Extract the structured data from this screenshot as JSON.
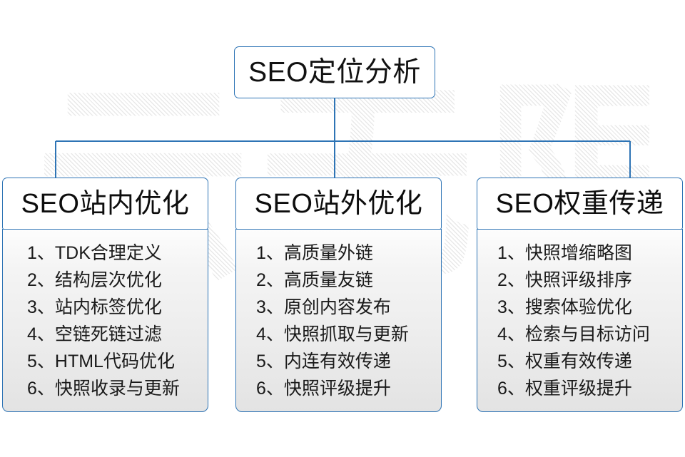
{
  "watermark": {
    "text": "云无限"
  },
  "root": {
    "title": "SEO定位分析"
  },
  "columns": [
    {
      "header": "SEO站内优化",
      "items": [
        "1、TDK合理定义",
        "2、结构层次优化",
        "3、站内标签优化",
        "4、空链死链过滤",
        "5、HTML代码优化",
        "6、快照收录与更新"
      ]
    },
    {
      "header": "SEO站外优化",
      "items": [
        "1、高质量外链",
        "2、高质量友链",
        "3、原创内容发布",
        "4、快照抓取与更新",
        "5、内连有效传递",
        "6、快照评级提升"
      ]
    },
    {
      "header": "SEO权重传递",
      "items": [
        "1、快照增缩略图",
        "2、快照评级排序",
        "3、搜索体验优化",
        "4、检索与目标访问",
        "5、权重有效传递",
        "6、权重评级提升"
      ]
    }
  ],
  "colors": {
    "border": "#2e74b5",
    "connector": "#2e74b5",
    "text": "#111111",
    "body_bg_top": "#fdfdfd",
    "body_bg_bottom": "#e3e3e3",
    "watermark": "#e9e9e9",
    "page_bg": "#ffffff"
  }
}
